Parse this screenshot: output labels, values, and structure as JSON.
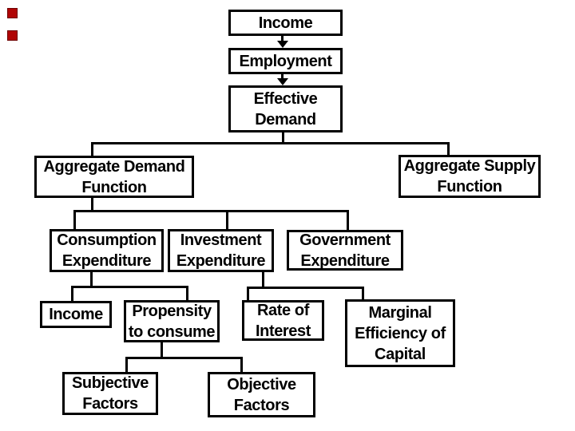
{
  "diagram": {
    "title": "Determinants of Income and Employment flowchart",
    "background_color": "#ffffff",
    "line_color": "#000000",
    "text_color": "#000000",
    "bullet_color": "#b00505",
    "nodes": [
      {
        "id": "income-top",
        "label": "Income"
      },
      {
        "id": "employment",
        "label": "Employment"
      },
      {
        "id": "effective-demand",
        "label": "Effective\nDemand"
      },
      {
        "id": "aggregate-demand-function",
        "label": "Aggregate Demand\nFunction"
      },
      {
        "id": "aggregate-supply-function",
        "label": "Aggregate Supply\nFunction"
      },
      {
        "id": "consumption-expenditure",
        "label": "Consumption\nExpenditure"
      },
      {
        "id": "investment-expenditure",
        "label": "Investment\nExpenditure"
      },
      {
        "id": "government-expenditure",
        "label": "Government\nExpenditure"
      },
      {
        "id": "income-determinant",
        "label": "Income"
      },
      {
        "id": "propensity-to-consume",
        "label": "Propensity\nto consume"
      },
      {
        "id": "rate-of-interest",
        "label": "Rate of\nInterest"
      },
      {
        "id": "marginal-efficiency-of-capital",
        "label": "Marginal\nEfficiency of\nCapital"
      },
      {
        "id": "subjective-factors",
        "label": "Subjective\nFactors"
      },
      {
        "id": "objective-factors",
        "label": "Objective\nFactors"
      }
    ],
    "edges": [
      [
        "income-top",
        "employment",
        "arrow"
      ],
      [
        "employment",
        "effective-demand",
        "arrow"
      ],
      [
        "effective-demand",
        "aggregate-demand-function",
        "line"
      ],
      [
        "effective-demand",
        "aggregate-supply-function",
        "line"
      ],
      [
        "aggregate-demand-function",
        "consumption-expenditure",
        "line"
      ],
      [
        "aggregate-demand-function",
        "investment-expenditure",
        "line"
      ],
      [
        "aggregate-demand-function",
        "government-expenditure",
        "line"
      ],
      [
        "consumption-expenditure",
        "income-determinant",
        "line"
      ],
      [
        "consumption-expenditure",
        "propensity-to-consume",
        "line"
      ],
      [
        "investment-expenditure",
        "rate-of-interest",
        "line"
      ],
      [
        "investment-expenditure",
        "marginal-efficiency-of-capital",
        "line"
      ],
      [
        "propensity-to-consume",
        "subjective-factors",
        "line"
      ],
      [
        "propensity-to-consume",
        "objective-factors",
        "line"
      ]
    ]
  }
}
